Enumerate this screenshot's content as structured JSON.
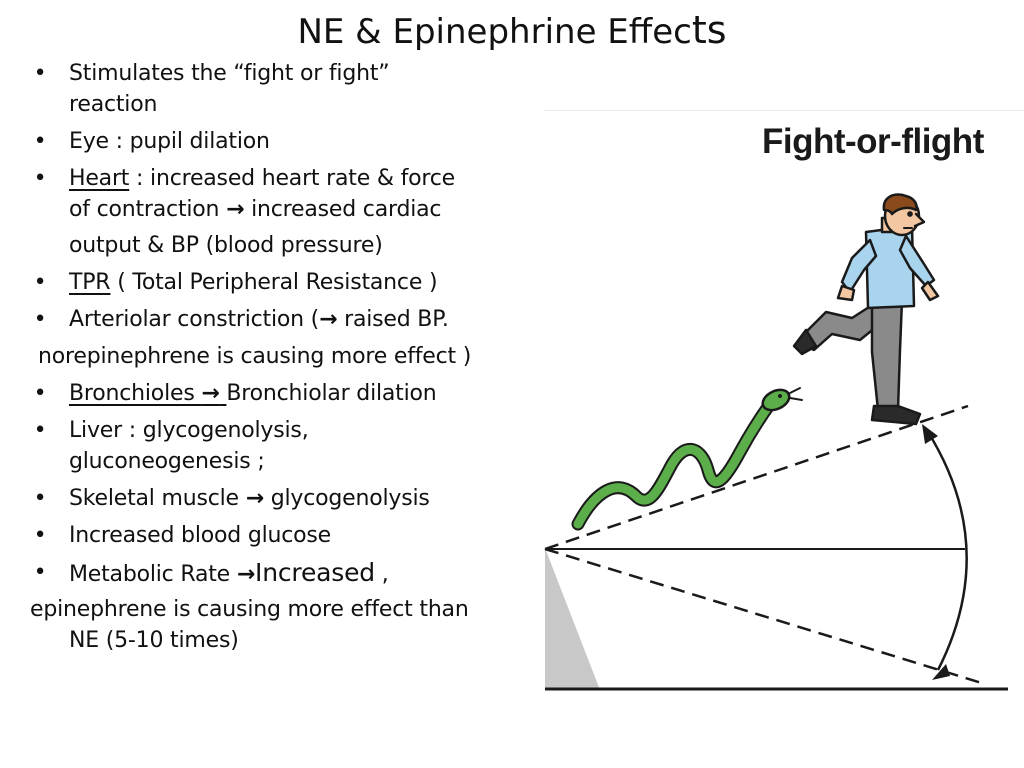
{
  "slide": {
    "title_main": "NE & Epinephrine Effec",
    "title_tail": "ts"
  },
  "bullets": {
    "b1_line1": "Stimulates the “fight or fight”",
    "b1_line2": "reaction",
    "b2": "Eye : pupil dilation",
    "b3_underlined": "Heart",
    "b3_rest": " : increased heart rate & force",
    "b3_line2a": "of contraction ",
    "b3_line2b": " increased cardiac",
    "b3_line3": "output & BP (blood pressure)",
    "b4_underlined": "TPR",
    "b4_rest": " ( Total Peripheral Resistance )",
    "b5a": "Arteriolar constriction (",
    "b5b": " raised BP.",
    "b5_cont": "norepinephrene is causing more effect )",
    "b6_underlined": "Bronchioles ",
    "b6_rest": "Bronchiolar dilation",
    "b7_line1": "Liver : glycogenolysis,",
    "b7_line2": "gluconeogenesis ;",
    "b8a": "Skeletal muscle ",
    "b8b": " glycogenolysis",
    "b9": "Increased blood glucose",
    "b10a": "Metabolic Rate ",
    "b10_big": "Increased",
    "b10_end": " ,",
    "b10_cont1": "epinephrene is causing more effect than",
    "b10_cont2": "NE (5-10 times)",
    "bullet_char": "•",
    "arrow_char": "→"
  },
  "figure": {
    "title": "Fight-or-flight",
    "colors": {
      "snake": "#5cae4a",
      "shirt": "#a9d4ee",
      "trousers": "#8a8a8a",
      "hair": "#8b4a1c",
      "skin": "#f3c7a2",
      "wedge": "#c8c8c8"
    }
  }
}
